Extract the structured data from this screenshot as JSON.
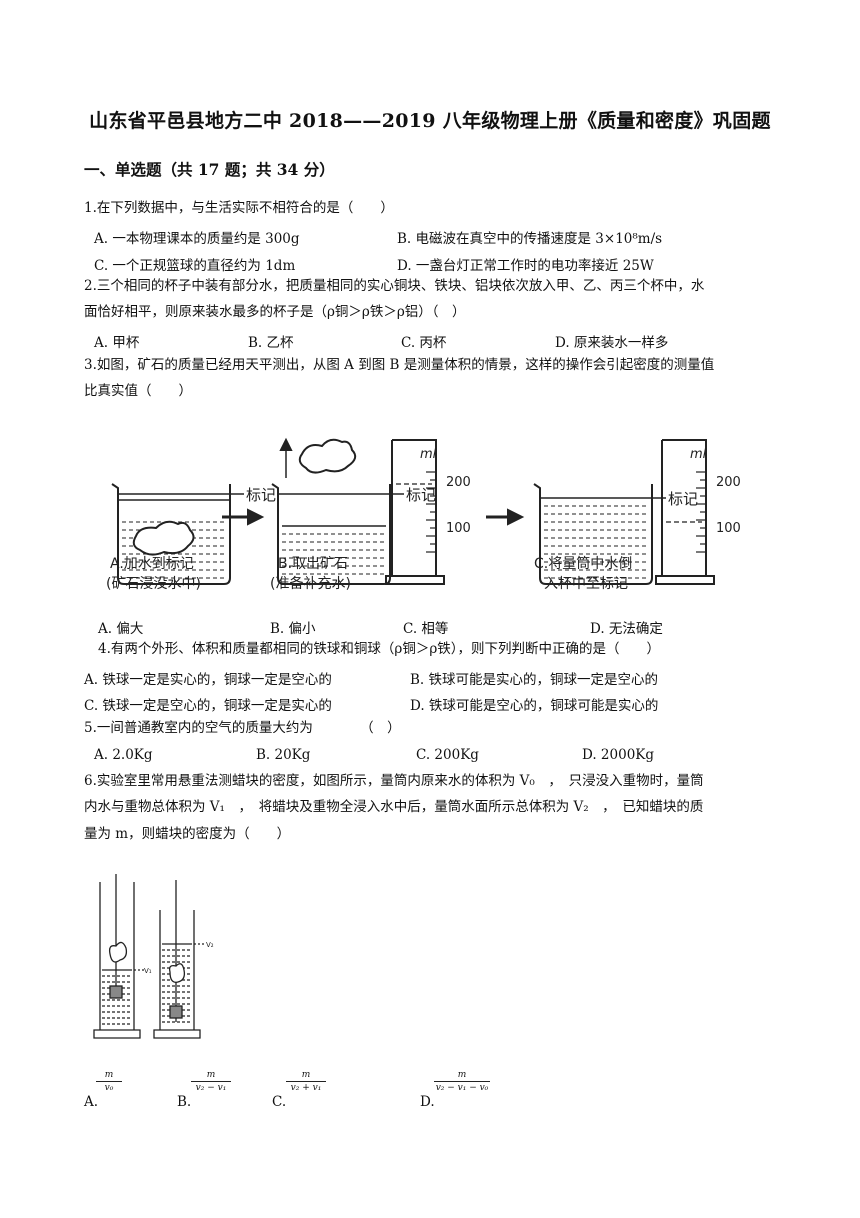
{
  "title": "山东省平邑县地方二中 2018——2019 八年级物理上册《质量和密度》巩固题",
  "section": "一、单选题（共 17 题；共 34 分）",
  "q1": {
    "stem": "1.在下列数据中，与生活实际不相符合的是（　　）",
    "a": "A. 一本物理课本的质量约是 300g",
    "b": "B. 电磁波在真空中的传播速度是 3×10⁸m/s",
    "c": "C. 一个正规篮球的直径约为 1dm",
    "d": "D. 一盏台灯正常工作时的电功率接近 25W"
  },
  "q2": {
    "stem1": "2.三个相同的杯子中装有部分水，把质量相同的实心铜块、铁块、铝块依次放入甲、乙、丙三个杯中，水",
    "stem2": "面恰好相平，则原来装水最多的杯子是（ρ铜＞ρ铁＞ρ铝）（　）",
    "a": "A. 甲杯",
    "b": "B. 乙杯",
    "c": "C. 丙杯",
    "d": "D. 原来装水一样多"
  },
  "q3": {
    "stem1": "3.如图，矿石的质量已经用天平测出，从图 A 到图 B 是测量体积的情景，这样的操作会引起密度的测量值",
    "stem2": "比真实值（　　）",
    "fig": {
      "mark": "标记",
      "ml": "ml",
      "t200": "200",
      "t100": "100",
      "capA1": "A.加水到标记",
      "capA2": "(矿石浸没水中)",
      "capB1": "B.取出矿石",
      "capB2": "(准备补充水)",
      "capC1": "C.将量筒中水倒",
      "capC2": "入杯中至标记"
    },
    "a": "A. 偏大",
    "b": "B. 偏小",
    "c": "C. 相等",
    "d": "D. 无法确定"
  },
  "q4": {
    "stem": "4.有两个外形、体积和质量都相同的铁球和铜球（ρ铜＞ρ铁），则下列判断中正确的是（　　）",
    "a": "A. 铁球一定是实心的，铜球一定是空心的",
    "b": "B. 铁球可能是实心的，铜球一定是空心的",
    "c": "C. 铁球一定是空心的，铜球一定是实心的",
    "d": "D. 铁球可能是空心的，铜球可能是实心的"
  },
  "q5": {
    "stem": "5.一间普通教室内的空气的质量大约为　　　　（　）",
    "a": "A. 2.0Kg",
    "b": "B. 20Kg",
    "c": "C. 200Kg",
    "d": "D. 2000Kg"
  },
  "q6": {
    "stem1": "6.实验室里常用悬重法测蜡块的密度，如图所示，量筒内原来水的体积为 V₀　，　只浸没入重物时，量筒",
    "stem2": "内水与重物总体积为 V₁　，　将蜡块及重物全浸入水中后，量筒水面所示总体积为 V₂　，　已知蜡块的质",
    "stem3": "量为 m，则蜡块的密度为（　　）",
    "fig": {
      "v1": "V₁",
      "v2": "V₂"
    },
    "a": {
      "label": "A.",
      "num": "m",
      "den": "v₀"
    },
    "b": {
      "label": "B.",
      "num": "m",
      "den": "v₂ − v₁"
    },
    "c": {
      "label": "C.",
      "num": "m",
      "den": "v₂ + v₁"
    },
    "d": {
      "label": "D.",
      "num": "m",
      "den": "v₂ − v₁ − v₀"
    }
  }
}
